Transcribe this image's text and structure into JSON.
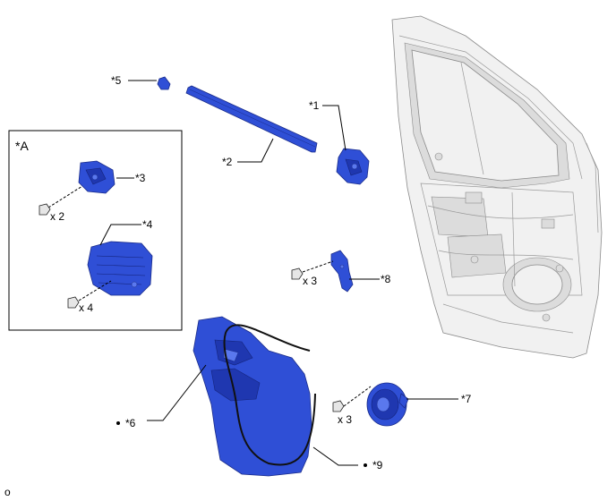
{
  "labels": {
    "p1": "*1",
    "p2": "*2",
    "p3": "*3",
    "p4": "*4",
    "p5": "*5",
    "p6": "*6",
    "p7": "*7",
    "p8": "*8",
    "p9": "*9",
    "inset": "*A",
    "qty_x2": "x 2",
    "qty_x4": "x 4",
    "qty_x3_a": "x 3",
    "qty_x3_b": "x 3",
    "corner": "o"
  },
  "colors": {
    "part": "#2f4fd6",
    "door": "#f1f1f1"
  }
}
